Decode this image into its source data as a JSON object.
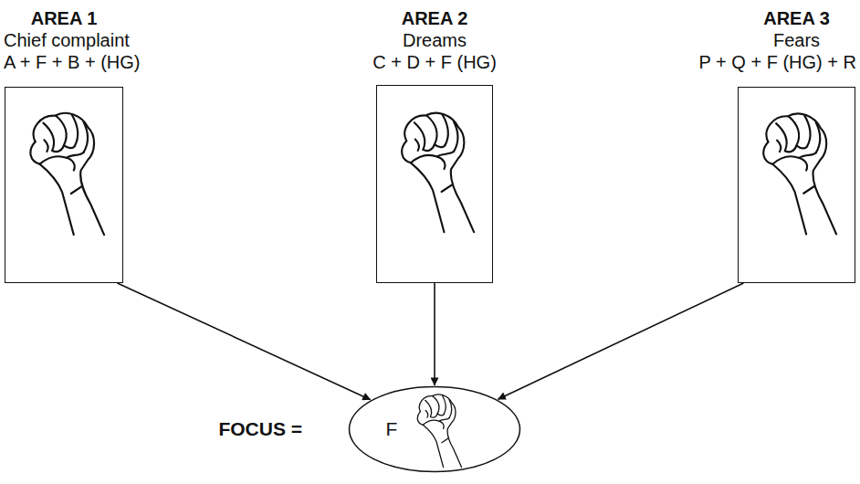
{
  "diagram": {
    "nodes": [
      {
        "text": [
          "AREA 1",
          "Chief complaint",
          "A + F + B + (HG)"
        ]
      },
      {
        "text": [
          "AREA 2",
          "Dreams",
          "C + D + F (HG)"
        ]
      },
      {
        "text": [
          "AREA 3",
          "Fears",
          "P + Q + F (HG) + R"
        ]
      },
      {
        "text": [
          "F"
        ]
      }
    ],
    "edges": [
      {
        "from": 0,
        "to": 3,
        "arrow": "to"
      },
      {
        "from": 1,
        "to": 3,
        "arrow": "to"
      },
      {
        "from": 2,
        "to": 3,
        "arrow": "to"
      }
    ],
    "labels": [
      "FOCUS ="
    ]
  }
}
